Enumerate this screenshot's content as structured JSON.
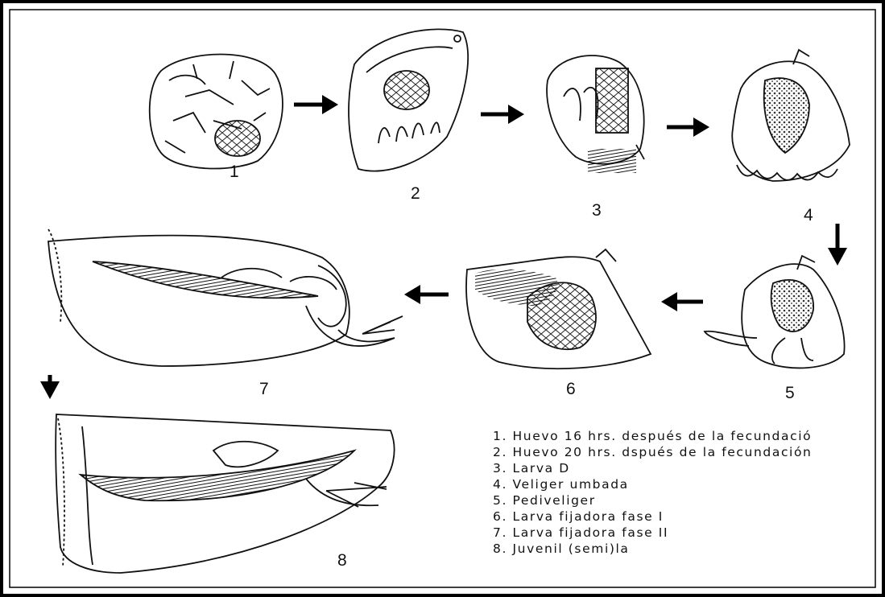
{
  "stage_numbers": [
    "1",
    "2",
    "3",
    "4",
    "5",
    "6",
    "7",
    "8"
  ],
  "legend": [
    "1. Huevo 16 hrs. después de la fecundació",
    "2. Huevo 20 hrs. dspués de la fecundación",
    "3. Larva D",
    "4. Veliger umbada",
    "5. Pediveliger",
    "6. Larva fijadora fase I",
    "7. Larva fijadora fase II",
    "8. Juvenil (semi)la"
  ],
  "colors": {
    "ink": "#111111",
    "background": "#ffffff",
    "frame": "#000000"
  }
}
